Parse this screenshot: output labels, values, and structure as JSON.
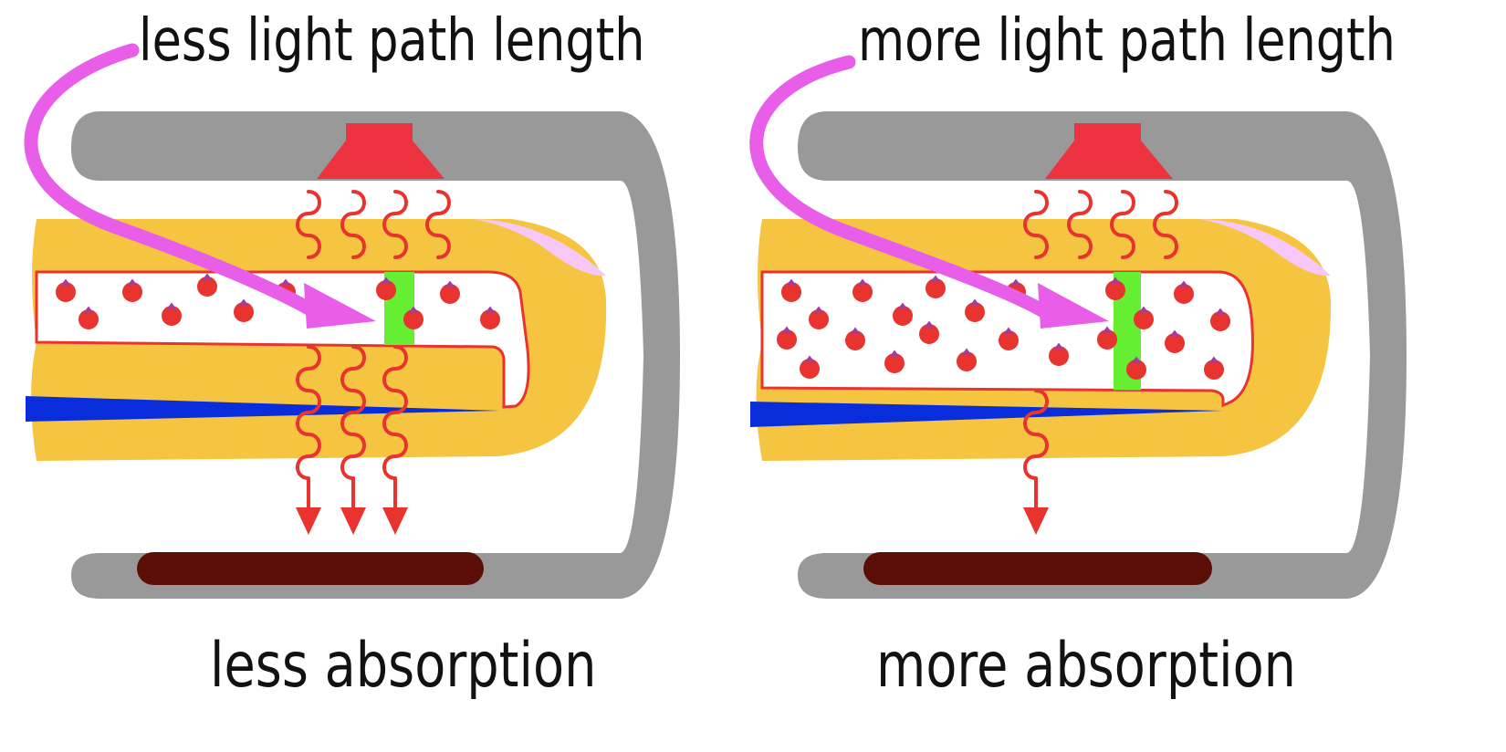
{
  "panels": [
    {
      "id": "left",
      "top_label": "less light path length",
      "bottom_label": "less absorption",
      "light_waves_passing": 3
    },
    {
      "id": "right",
      "top_label": "more light path length",
      "bottom_label": "more absorption",
      "light_waves_passing": 1
    }
  ],
  "colors": {
    "housing": "#999999",
    "light_source": "#ee3340",
    "detector": "#5a0e06",
    "finger": "#f5c542",
    "nail": "#f7c8f7",
    "artery_border": "#e8332e",
    "blood_cell": "#e8332e",
    "vein": "#0a2ddc",
    "measure_zone": "#66ee33",
    "pointer_arrow": "#e85ee8",
    "light_wave": "#e8332e"
  },
  "icons": {
    "pointer": "curved-arrow-icon",
    "blood_cell": "red-blood-cell-icon",
    "light": "wavy-light-ray-icon"
  }
}
